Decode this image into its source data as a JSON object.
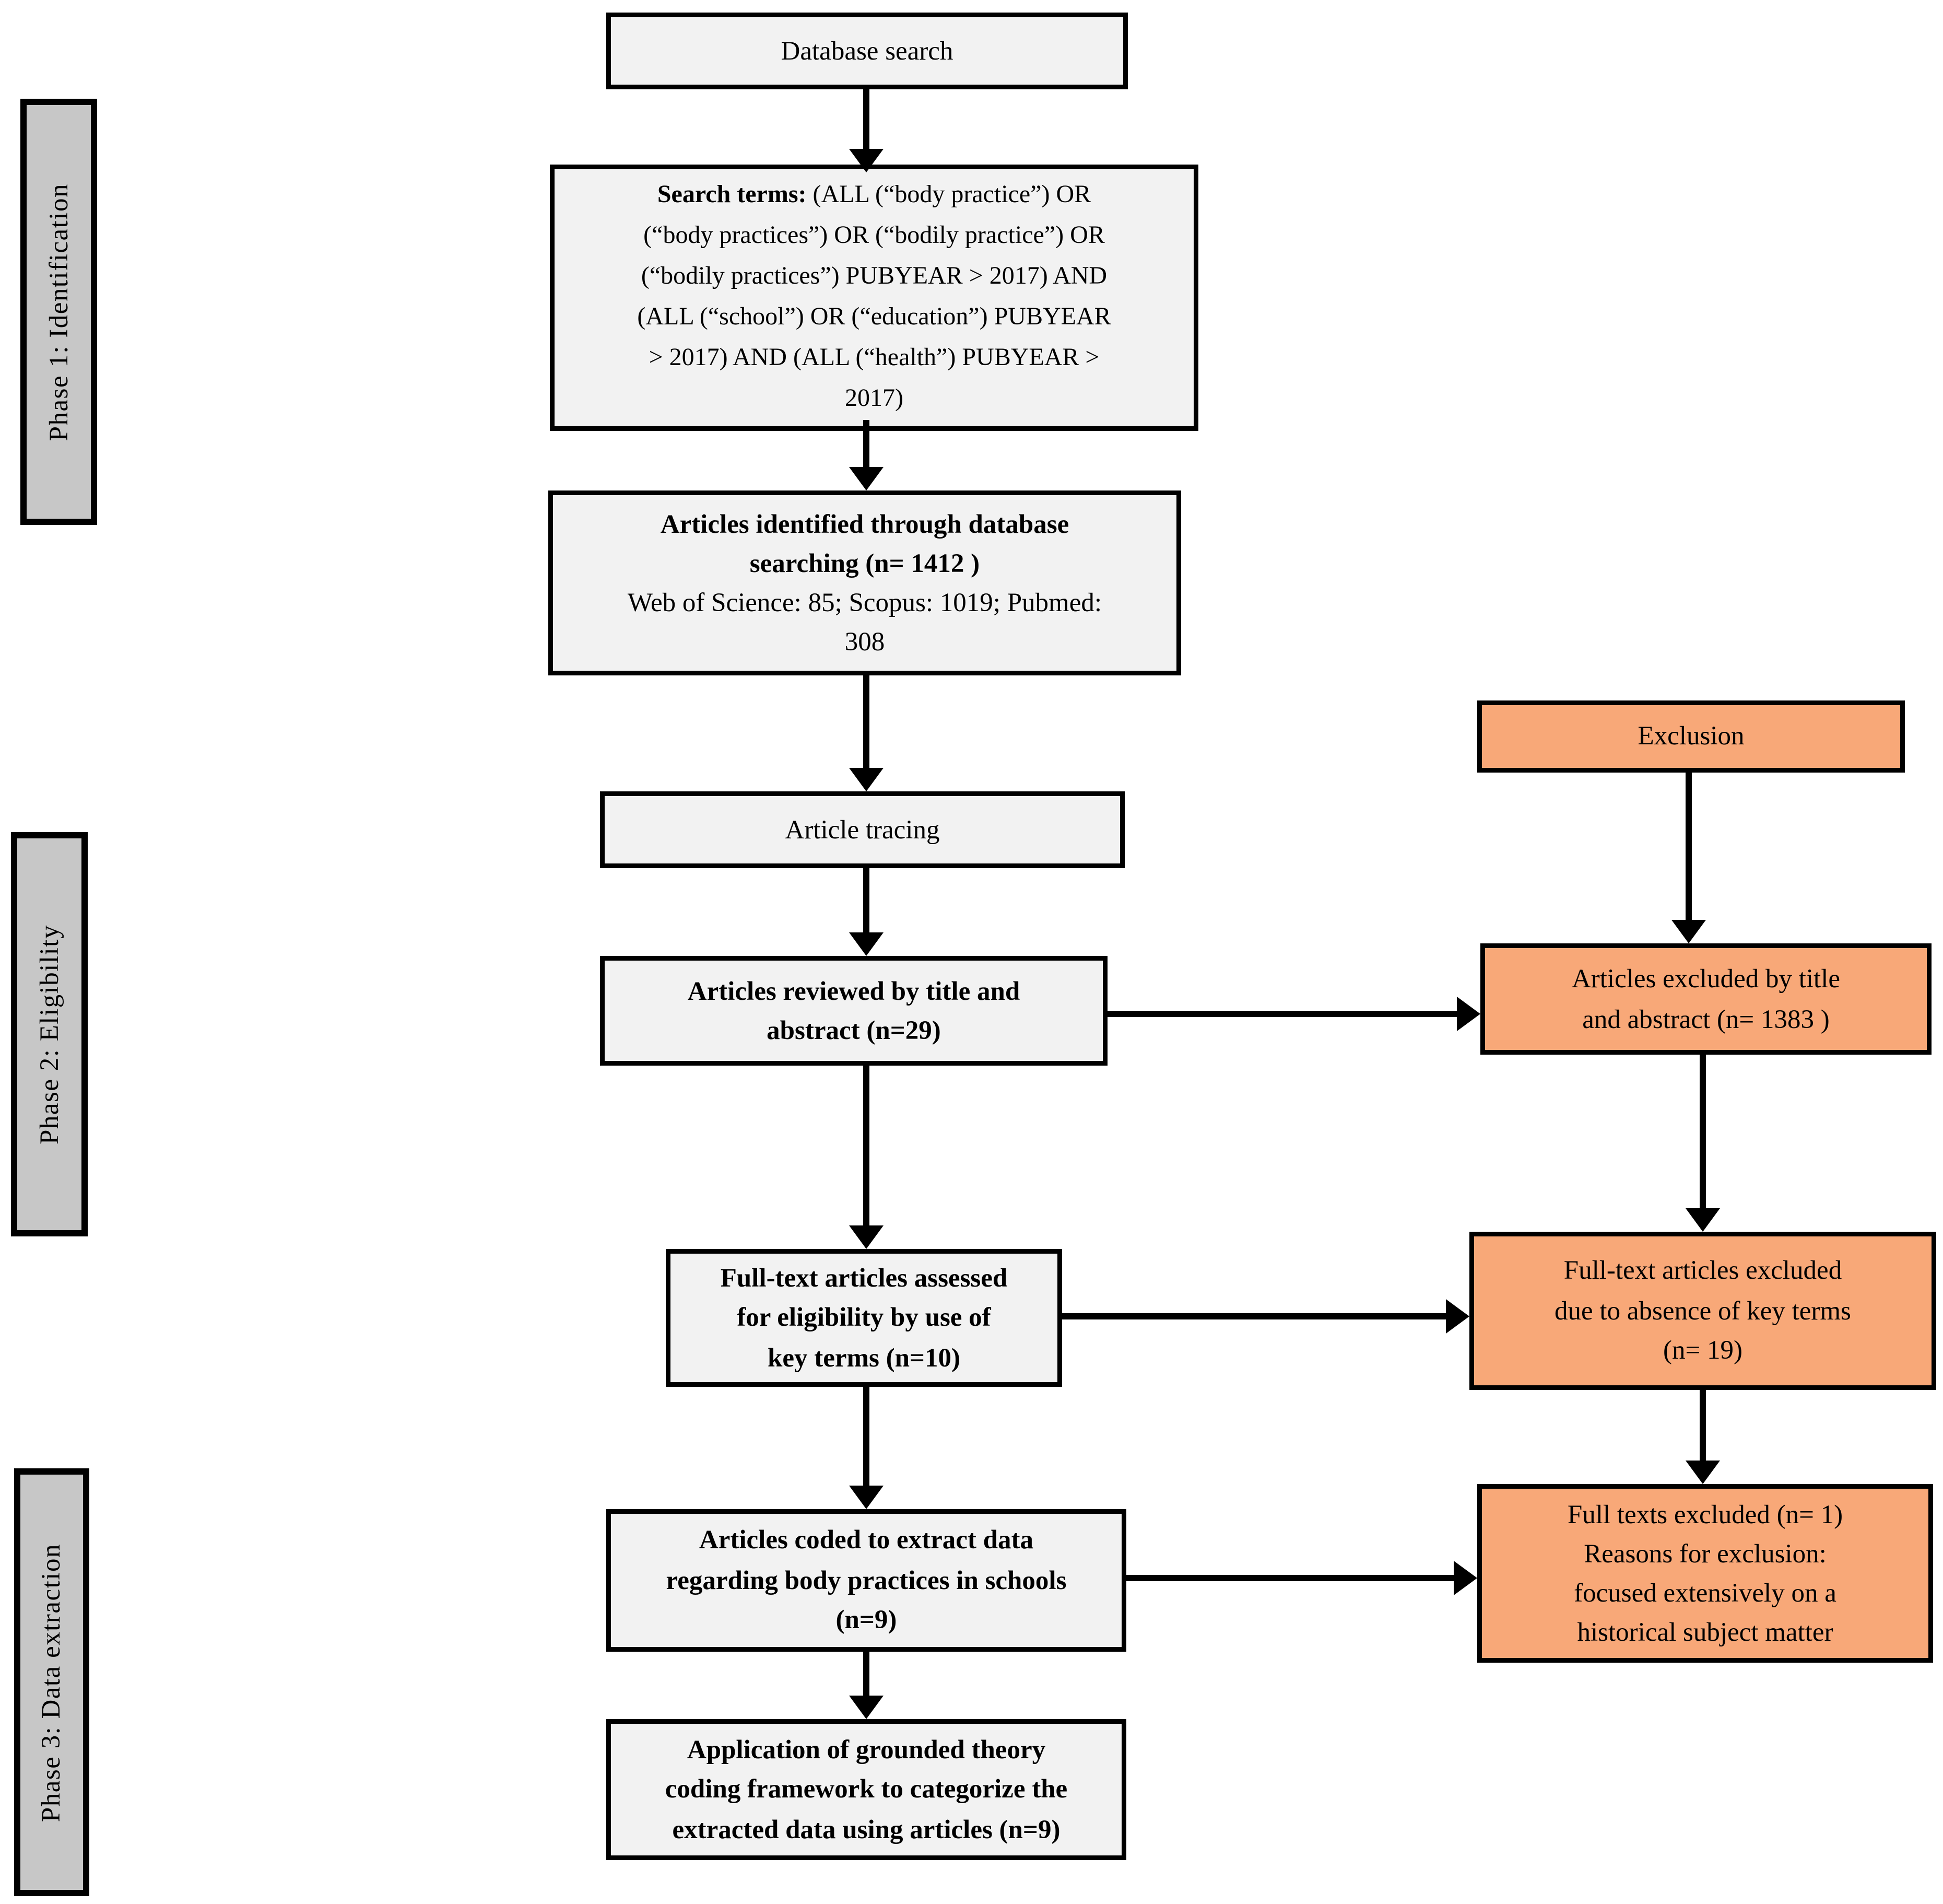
{
  "diagram": {
    "colors": {
      "process_fill": "#F2F2F2",
      "phase_fill": "#C7C7C7",
      "exclusion_fill": "#F8A878",
      "line": "#000000"
    },
    "phases": [
      {
        "label": "Phase 1: Identification"
      },
      {
        "label": "Phase 2: Eligibility"
      },
      {
        "label": "Phase 3: Data extraction"
      }
    ],
    "main_flow": [
      {
        "text": "Database search"
      },
      {
        "lead": "Search terms:",
        "text": "(ALL (“body practice”) OR\n(“body practices”) OR (“bodily practice”) OR\n(“bodily practices”) PUBYEAR > 2017) AND\n(ALL (“school”) OR (“education”) PUBYEAR\n> 2017) AND (ALL (“health”) PUBYEAR >\n2017)"
      },
      {
        "title": "Articles identified through database\nsearching (n= 1412 )",
        "subtitle": "Web of Science: 85; Scopus: 1019; Pubmed:\n308"
      },
      {
        "text": "Article tracing"
      },
      {
        "text": "Articles reviewed by title and\nabstract (n=29)"
      },
      {
        "text": "Full-text articles assessed\nfor eligibility by use of\nkey terms (n=10)"
      },
      {
        "text": "Articles coded to extract data\nregarding body practices in schools\n(n=9)"
      },
      {
        "text": "Application of grounded theory\ncoding framework to categorize the\nextracted data using articles (n=9)"
      }
    ],
    "exclusion_flow": {
      "header": "Exclusion",
      "boxes": [
        {
          "text": "Articles excluded by title\nand abstract (n= 1383 )"
        },
        {
          "text": "Full-text articles excluded\ndue to absence of key terms\n(n= 19)"
        },
        {
          "text": "Full texts excluded (n= 1)\nReasons for exclusion:\nfocused extensively on a\nhistorical subject matter"
        }
      ]
    }
  }
}
